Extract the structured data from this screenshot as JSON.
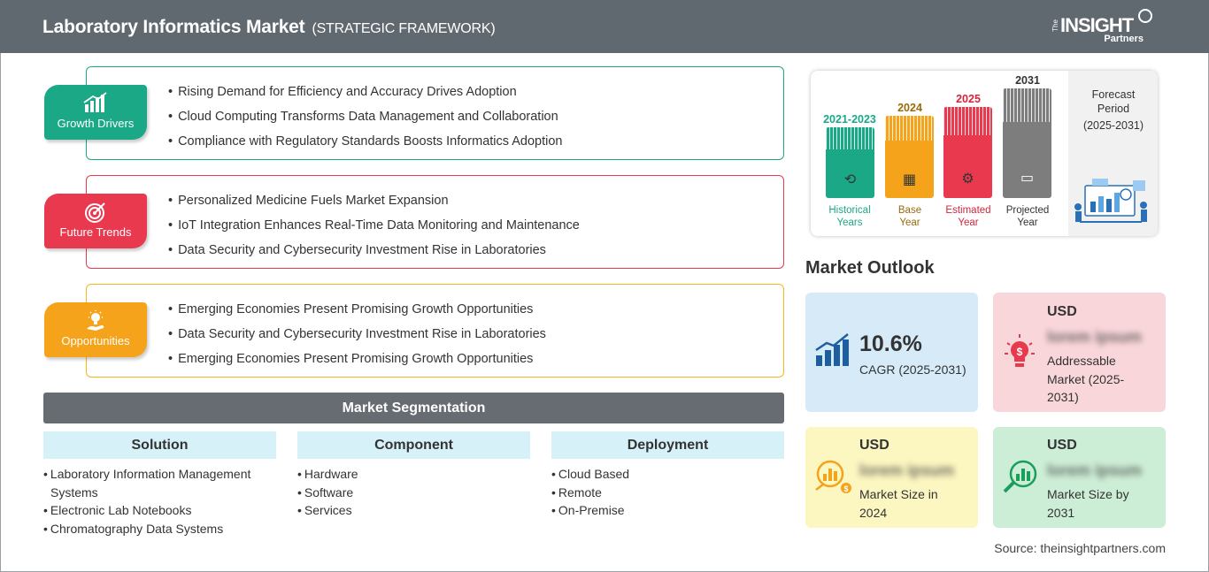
{
  "header": {
    "title": "Laboratory Informatics Market",
    "subtitle": "(STRATEGIC FRAMEWORK)",
    "logo_main": "INSIGHT",
    "logo_prefix": "The",
    "logo_sub": "Partners"
  },
  "blocks": [
    {
      "label": "Growth Drivers",
      "icon": "bar-chart-icon",
      "color": "#1aa886",
      "items": [
        "Rising Demand for Efficiency and Accuracy Drives Adoption",
        "Cloud Computing Transforms Data Management and Collaboration",
        "Compliance with Regulatory Standards Boosts Informatics Adoption"
      ]
    },
    {
      "label": "Future Trends",
      "icon": "target-icon",
      "color": "#e8394f",
      "items": [
        "Personalized Medicine Fuels Market Expansion",
        "IoT Integration Enhances Real-Time Data Monitoring and Maintenance",
        "Data Security and Cybersecurity Investment Rise in Laboratories"
      ]
    },
    {
      "label": "Opportunities",
      "icon": "lightbulb-icon",
      "color": "#f5a31a",
      "items": [
        "Emerging Economies Present Promising Growth Opportunities",
        "Data Security and Cybersecurity Investment Rise in Laboratories",
        "Emerging Economies Present Promising Growth Opportunities"
      ]
    }
  ],
  "segmentation": {
    "title": "Market Segmentation",
    "columns": [
      {
        "title": "Solution",
        "items": [
          "Laboratory Information Management Systems",
          "Electronic Lab Notebooks",
          "Chromatography Data Systems"
        ]
      },
      {
        "title": "Component",
        "items": [
          "Hardware",
          "Software",
          "Services"
        ]
      },
      {
        "title": "Deployment",
        "items": [
          "Cloud Based",
          "Remote",
          "On-Premise"
        ]
      }
    ]
  },
  "timeline": {
    "bars": [
      {
        "year": "2021-2023",
        "label1": "Historical",
        "label2": "Years",
        "color": "#1aa886",
        "icon": "history-icon"
      },
      {
        "year": "2024",
        "label1": "Base",
        "label2": "Year",
        "color": "#f5a31a",
        "icon": "calendar-icon"
      },
      {
        "year": "2025",
        "label1": "Estimated",
        "label2": "Year",
        "color": "#e8394f",
        "icon": "estimate-icon"
      },
      {
        "year": "2031",
        "label1": "Projected",
        "label2": "Year",
        "color": "#7d7d7d",
        "icon": "presentation-icon"
      }
    ],
    "forecast_label": "Forecast",
    "forecast_label2": "Period",
    "forecast_range": "(2025-2031)"
  },
  "outlook": {
    "title": "Market Outlook",
    "cagr_value": "10.6%",
    "cagr_label": "CAGR (2025-2031)",
    "addressable_usd": "USD",
    "addressable_value": "lorem ipsum",
    "addressable_label": "Addressable Market (2025-2031)",
    "size2024_usd": "USD",
    "size2024_value": "lorem ipsum",
    "size2024_label": "Market Size in 2024",
    "size2031_usd": "USD",
    "size2031_value": "lorem ipsum",
    "size2031_label": "Market Size by 2031",
    "colors": {
      "cagr": "#d6eaf7",
      "addressable": "#f9d6da",
      "size2024": "#fcf6c0",
      "size2031": "#cdeed6"
    }
  },
  "source": "Source: theinsightpartners.com"
}
